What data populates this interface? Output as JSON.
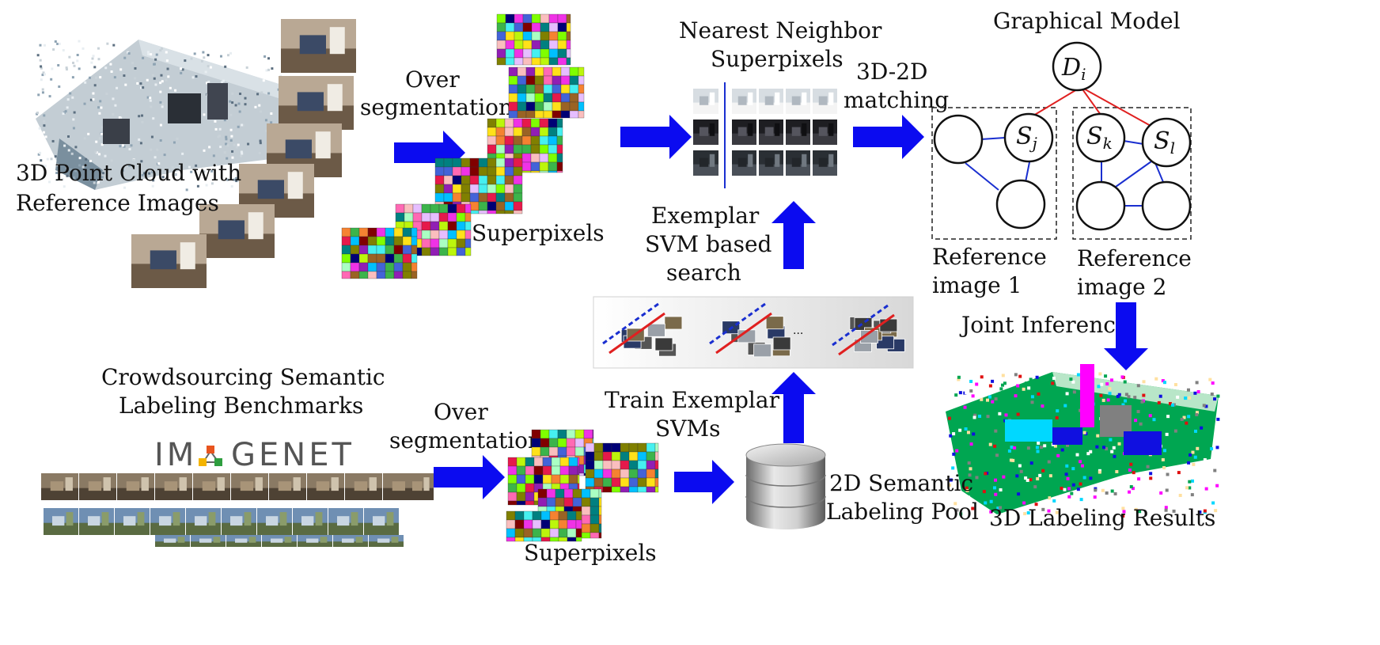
{
  "labels": {
    "point_cloud": "3D Point Cloud with",
    "reference_images": "Reference Images",
    "over_seg_top_1": "Over",
    "over_seg_top_2": "segmentation",
    "superpixels_top": "Superpixels",
    "nn_1": "Nearest Neighbor",
    "nn_2": "Superpixels",
    "matching_1": "3D-2D",
    "matching_2": "matching",
    "graphical_model": "Graphical Model",
    "ref_img1_1": "Reference",
    "ref_img1_2": "image 1",
    "ref_img2_1": "Reference",
    "ref_img2_2": "image 2",
    "joint_inference": "Joint Inference",
    "labeling_results": "3D Labeling Results",
    "exemplar_1": "Exemplar",
    "exemplar_2": "SVM based",
    "exemplar_3": "search",
    "ellipsis": "...",
    "crowd_1": "Crowdsourcing Semantic",
    "crowd_2": "Labeling Benchmarks",
    "imagenet_left": "IM",
    "imagenet_right": "GENET",
    "over_seg_bot_1": "Over",
    "over_seg_bot_2": "segmentation",
    "train_1": "Train Exemplar",
    "train_2": "SVMs",
    "superpixels_bot": "Superpixels",
    "pool_1": "2D Semantic",
    "pool_2": "Labeling Pool"
  },
  "graph": {
    "d_node": "D",
    "d_sub": "i",
    "sj": "S",
    "sj_sub": "j",
    "sk": "S",
    "sk_sub": "k",
    "sl": "S",
    "sl_sub": "l"
  },
  "colors": {
    "arrow": "#0b0bf0",
    "edge_red": "#e02020",
    "edge_blue": "#1a2fd0",
    "imagenet_dots": [
      "#e8541e",
      "#f4b400",
      "#2e9e3f",
      "#c0312b"
    ],
    "superpixel_palette": [
      "#e6194b",
      "#3cb44b",
      "#ffe119",
      "#4363d8",
      "#f58231",
      "#911eb4",
      "#46f0f0",
      "#f032e6",
      "#bcf60c",
      "#fabebe",
      "#008080",
      "#e6beff",
      "#9a6324",
      "#800000",
      "#aaffc3",
      "#808000",
      "#000075",
      "#ff69b4",
      "#00c0ff",
      "#7fff00"
    ],
    "label_palette": [
      "#00a651",
      "#e01010",
      "#ff00ff",
      "#1010e0",
      "#00d8ff",
      "#ffffff",
      "#808080",
      "#ffe0a0"
    ]
  }
}
